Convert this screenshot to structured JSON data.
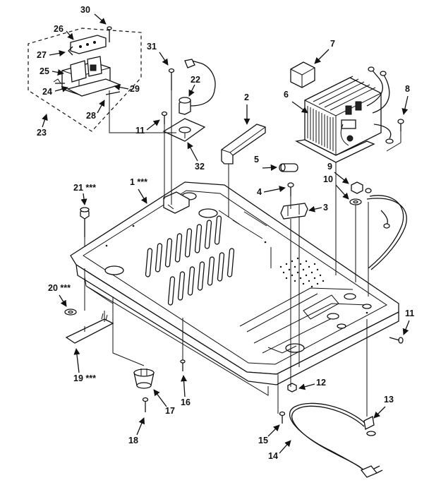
{
  "callouts": {
    "c1": "1 ***",
    "c2": "2",
    "c3": "3",
    "c4": "4",
    "c5": "5",
    "c6": "6",
    "c7": "7",
    "c8": "8",
    "c9": "9",
    "c10": "10",
    "c11a": "11",
    "c11b": "11",
    "c12": "12",
    "c13": "13",
    "c14": "14",
    "c15": "15",
    "c16": "16",
    "c17": "17",
    "c18": "18",
    "c19": "19 ***",
    "c20": "20 ***",
    "c21": "21 ***",
    "c22": "22",
    "c23": "23",
    "c24": "24",
    "c25": "25",
    "c26": "26",
    "c27": "27",
    "c28": "28",
    "c29": "29",
    "c30": "30",
    "c31": "31",
    "c32": "32"
  }
}
